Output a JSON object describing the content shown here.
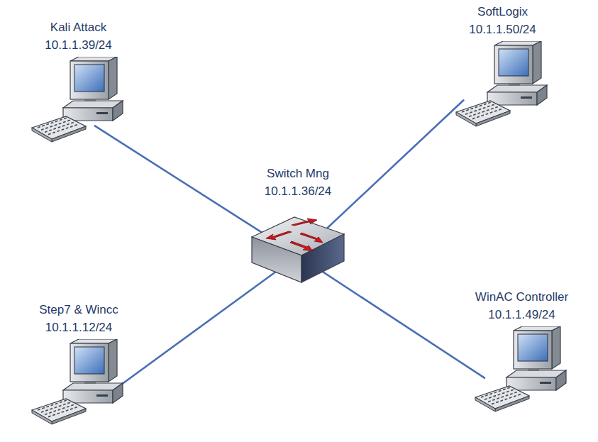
{
  "diagram": {
    "nodes": [
      {
        "text": [
          "Kali Attack",
          "10.1.1.39/24"
        ]
      },
      {
        "text": [
          "SoftLogix",
          "10.1.1.50/24"
        ]
      },
      {
        "text": [
          "Switch Mng",
          "10.1.1.36/24"
        ]
      },
      {
        "text": [
          "Step7 & Wincc",
          "10.1.1.12/24"
        ]
      },
      {
        "text": [
          "WinAC Controller",
          "10.1.1.49/24"
        ]
      }
    ],
    "edges": [
      {
        "from": 0,
        "to": 2,
        "arrow": "none"
      },
      {
        "from": 1,
        "to": 2,
        "arrow": "none"
      },
      {
        "from": 3,
        "to": 2,
        "arrow": "none"
      },
      {
        "from": 4,
        "to": 2,
        "arrow": "none"
      }
    ]
  }
}
